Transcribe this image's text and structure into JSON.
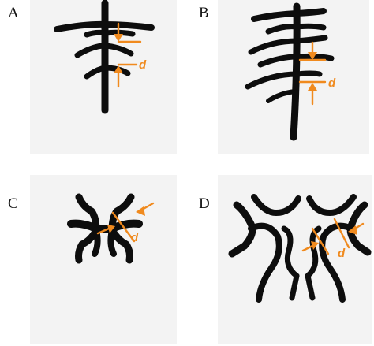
{
  "panels": [
    {
      "label": "A",
      "measure": "d"
    },
    {
      "label": "B",
      "measure": "d"
    },
    {
      "label": "C",
      "measure": "d"
    },
    {
      "label": "D",
      "measure": "d"
    }
  ],
  "colors": {
    "vessel": "#0d0d0d",
    "annotation": "#f08a1e",
    "panel_bg": "#f3f3f3"
  }
}
